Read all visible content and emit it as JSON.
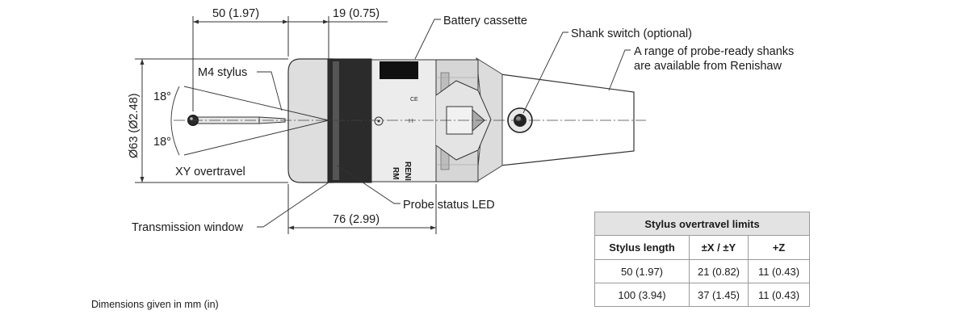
{
  "dimensions": {
    "stylus_length": "50 (1.97)",
    "tip_offset": "19 (0.75)",
    "body_length": "76 (2.99)",
    "diameter": "Ø63 (Ø2.48)",
    "angle_upper": "18°",
    "angle_lower": "18°"
  },
  "callouts": {
    "battery": "Battery cassette",
    "shank_switch": "Shank switch (optional)",
    "shanks_line1": "A range of probe-ready shanks",
    "shanks_line2": "are available from Renishaw",
    "stylus": "M4 stylus",
    "overtravel": "XY overtravel",
    "led": "Probe status LED",
    "window": "Transmission window"
  },
  "body_markings": {
    "brand_a": "RENI",
    "brand_b": "RM",
    "ce": "CE"
  },
  "note": "Dimensions given in mm (in)",
  "table": {
    "title": "Stylus overtravel limits",
    "headers": [
      "Stylus length",
      "±X / ±Y",
      "+Z"
    ],
    "rows": [
      [
        "50 (1.97)",
        "21 (0.82)",
        "11 (0.43)"
      ],
      [
        "100 (3.94)",
        "37 (1.45)",
        "11 (0.43)"
      ]
    ]
  },
  "colors": {
    "body_grey": "#d9d9d9",
    "dark_band": "#2b2b2b",
    "table_header": "#e3e3e3"
  }
}
